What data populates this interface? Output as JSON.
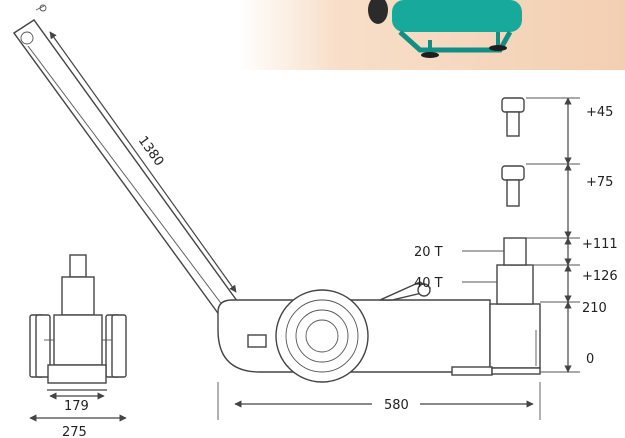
{
  "dimensions": {
    "handle_length": "1380",
    "extension_1": "+45",
    "extension_2": "+75",
    "level_111": "+111",
    "level_126": "+126",
    "level_210": "210",
    "level_0": "0",
    "wheel_track_inner": "179",
    "wheel_track_outer": "275",
    "base_length": "580"
  },
  "capacities": {
    "stage_1": "20 T",
    "stage_2": "40 T"
  },
  "colors": {
    "line": "#444444",
    "photo_bg": "#f6d7be",
    "photo_accent": "#15a79a"
  }
}
